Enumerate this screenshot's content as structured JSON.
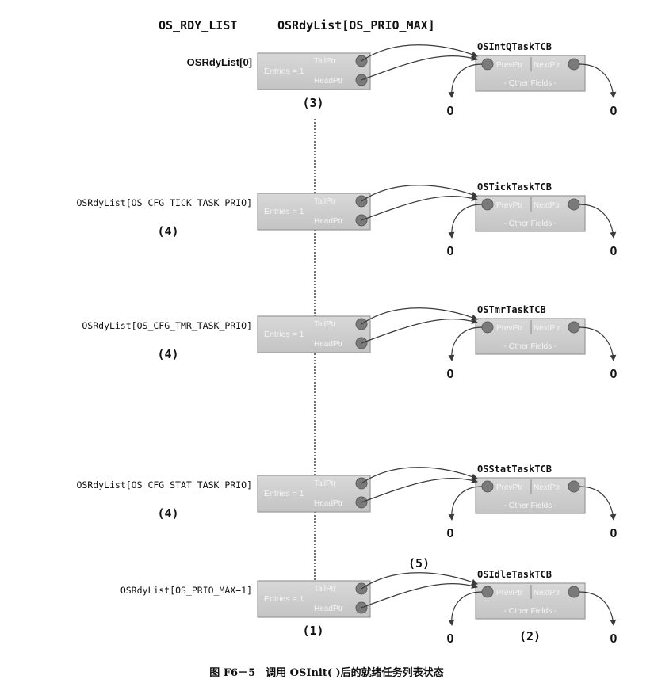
{
  "header": {
    "left": "OS_RDY_LIST",
    "right": "OSRdyList[OS_PRIO_MAX]"
  },
  "box_labels": {
    "entries": "Entries = 1",
    "tail": "TailPtr",
    "head": "HeadPtr",
    "prev": "PrevPtr",
    "next": "NextPtr",
    "other": "- Other Fields -",
    "null": "0"
  },
  "rows": [
    {
      "list_label": "OSRdyList[0]",
      "tcb_title": "OSIntQTaskTCB",
      "note_under_list": "(3)",
      "note_left": ""
    },
    {
      "list_label": "OSRdyList[OS_CFG_TICK_TASK_PRIO]",
      "tcb_title": "OSTickTaskTCB",
      "note_under_list": "",
      "note_left": "(4)"
    },
    {
      "list_label": "OSRdyList[OS_CFG_TMR_TASK_PRIO]",
      "tcb_title": "OSTmrTaskTCB",
      "note_under_list": "",
      "note_left": "(4)"
    },
    {
      "list_label": "OSRdyList[OS_CFG_STAT_TASK_PRIO]",
      "tcb_title": "OSStatTaskTCB",
      "note_under_list": "",
      "note_left": "(4)"
    },
    {
      "list_label": "OSRdyList[OS_PRIO_MAX−1]",
      "tcb_title": "OSIdleTaskTCB",
      "note_under_list": "(1)",
      "note_left": ""
    }
  ],
  "notes": {
    "arrow_note": "(5)",
    "tcb_note": "(2)"
  },
  "caption": "图 F6－5　调用 OSInit( )后的就绪任务列表状态"
}
